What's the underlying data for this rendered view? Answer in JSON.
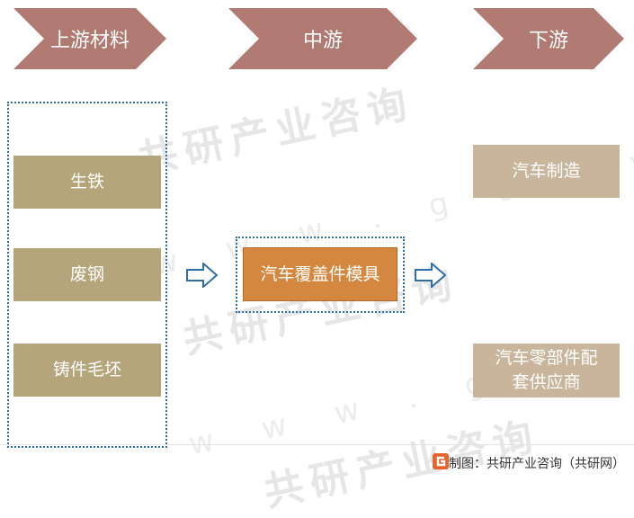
{
  "header": {
    "upstream": "上游材料",
    "midstream": "中游",
    "downstream": "下游"
  },
  "upstream_items": [
    "生铁",
    "废钢",
    "铸件毛坯"
  ],
  "midstream_item": "汽车覆盖件模具",
  "downstream_items": [
    "汽车制造",
    "汽车零部件配\n套供应商"
  ],
  "watermark": {
    "brand": "共研产业咨询",
    "url": "w w w . g o n y n . c o m"
  },
  "footer": {
    "credit": "制图：共研产业咨询（共研网）"
  },
  "colors": {
    "header": "#b07a72",
    "material": "#b5a57b",
    "downstream": "#c8b59c",
    "midstream": "#d4873f",
    "arrow": "#2e6fa8"
  }
}
